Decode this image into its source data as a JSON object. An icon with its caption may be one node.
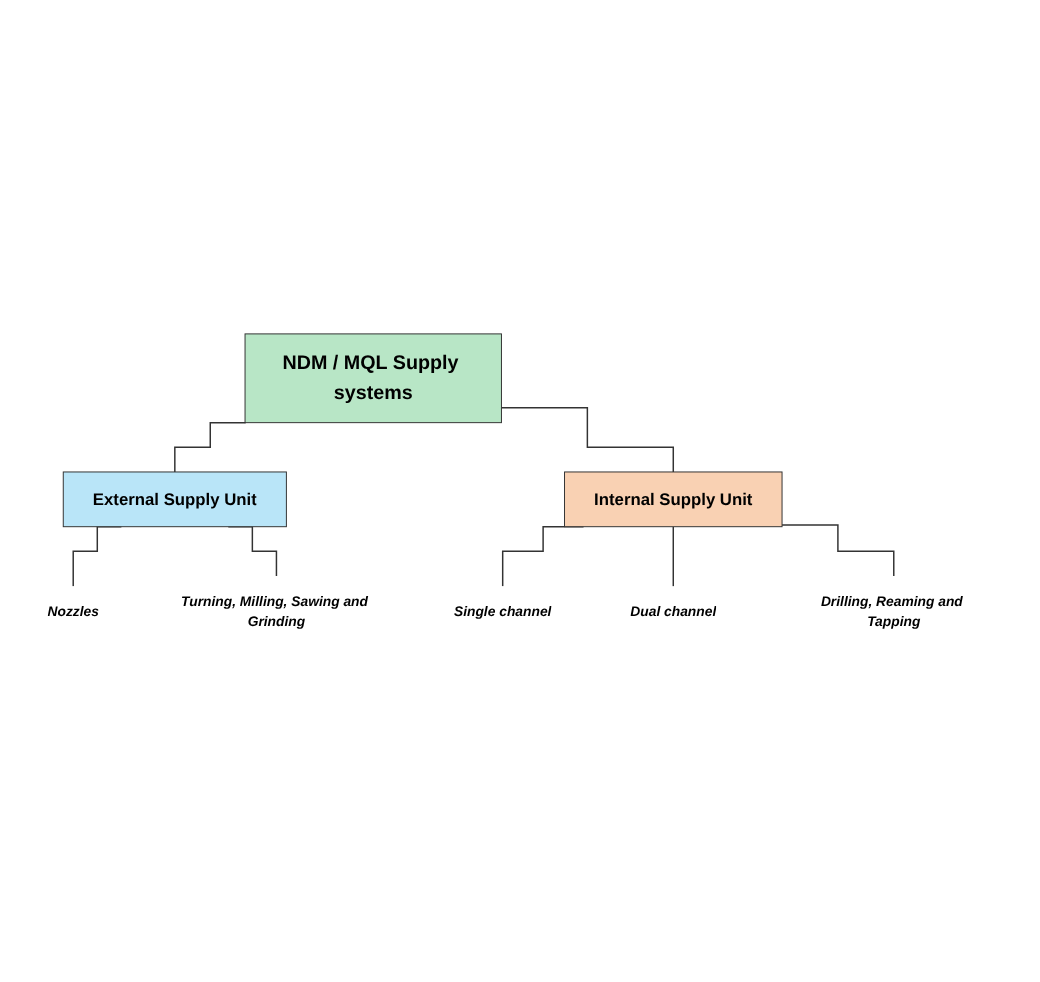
{
  "diagram": {
    "nodes": [
      {
        "text": [
          "NDM / MQL Supply systems"
        ]
      },
      {
        "text": [
          "External Supply Unit"
        ]
      },
      {
        "text": [
          "Internal Supply Unit"
        ]
      },
      {
        "text": [
          "Nozzles"
        ]
      },
      {
        "text": [
          "Turning, Milling, Sawing and Grinding"
        ]
      },
      {
        "text": [
          "Single channel"
        ]
      },
      {
        "text": [
          "Dual channel"
        ]
      },
      {
        "text": [
          "Drilling, Reaming and Tapping"
        ]
      }
    ],
    "edges": [
      {
        "from": 0,
        "to": 1,
        "arrow": "none"
      },
      {
        "from": 0,
        "to": 2,
        "arrow": "none"
      },
      {
        "from": 1,
        "to": 3,
        "arrow": "none"
      },
      {
        "from": 1,
        "to": 4,
        "arrow": "none"
      },
      {
        "from": 2,
        "to": 5,
        "arrow": "none"
      },
      {
        "from": 2,
        "to": 6,
        "arrow": "none"
      },
      {
        "from": 2,
        "to": 7,
        "arrow": "none"
      }
    ]
  }
}
